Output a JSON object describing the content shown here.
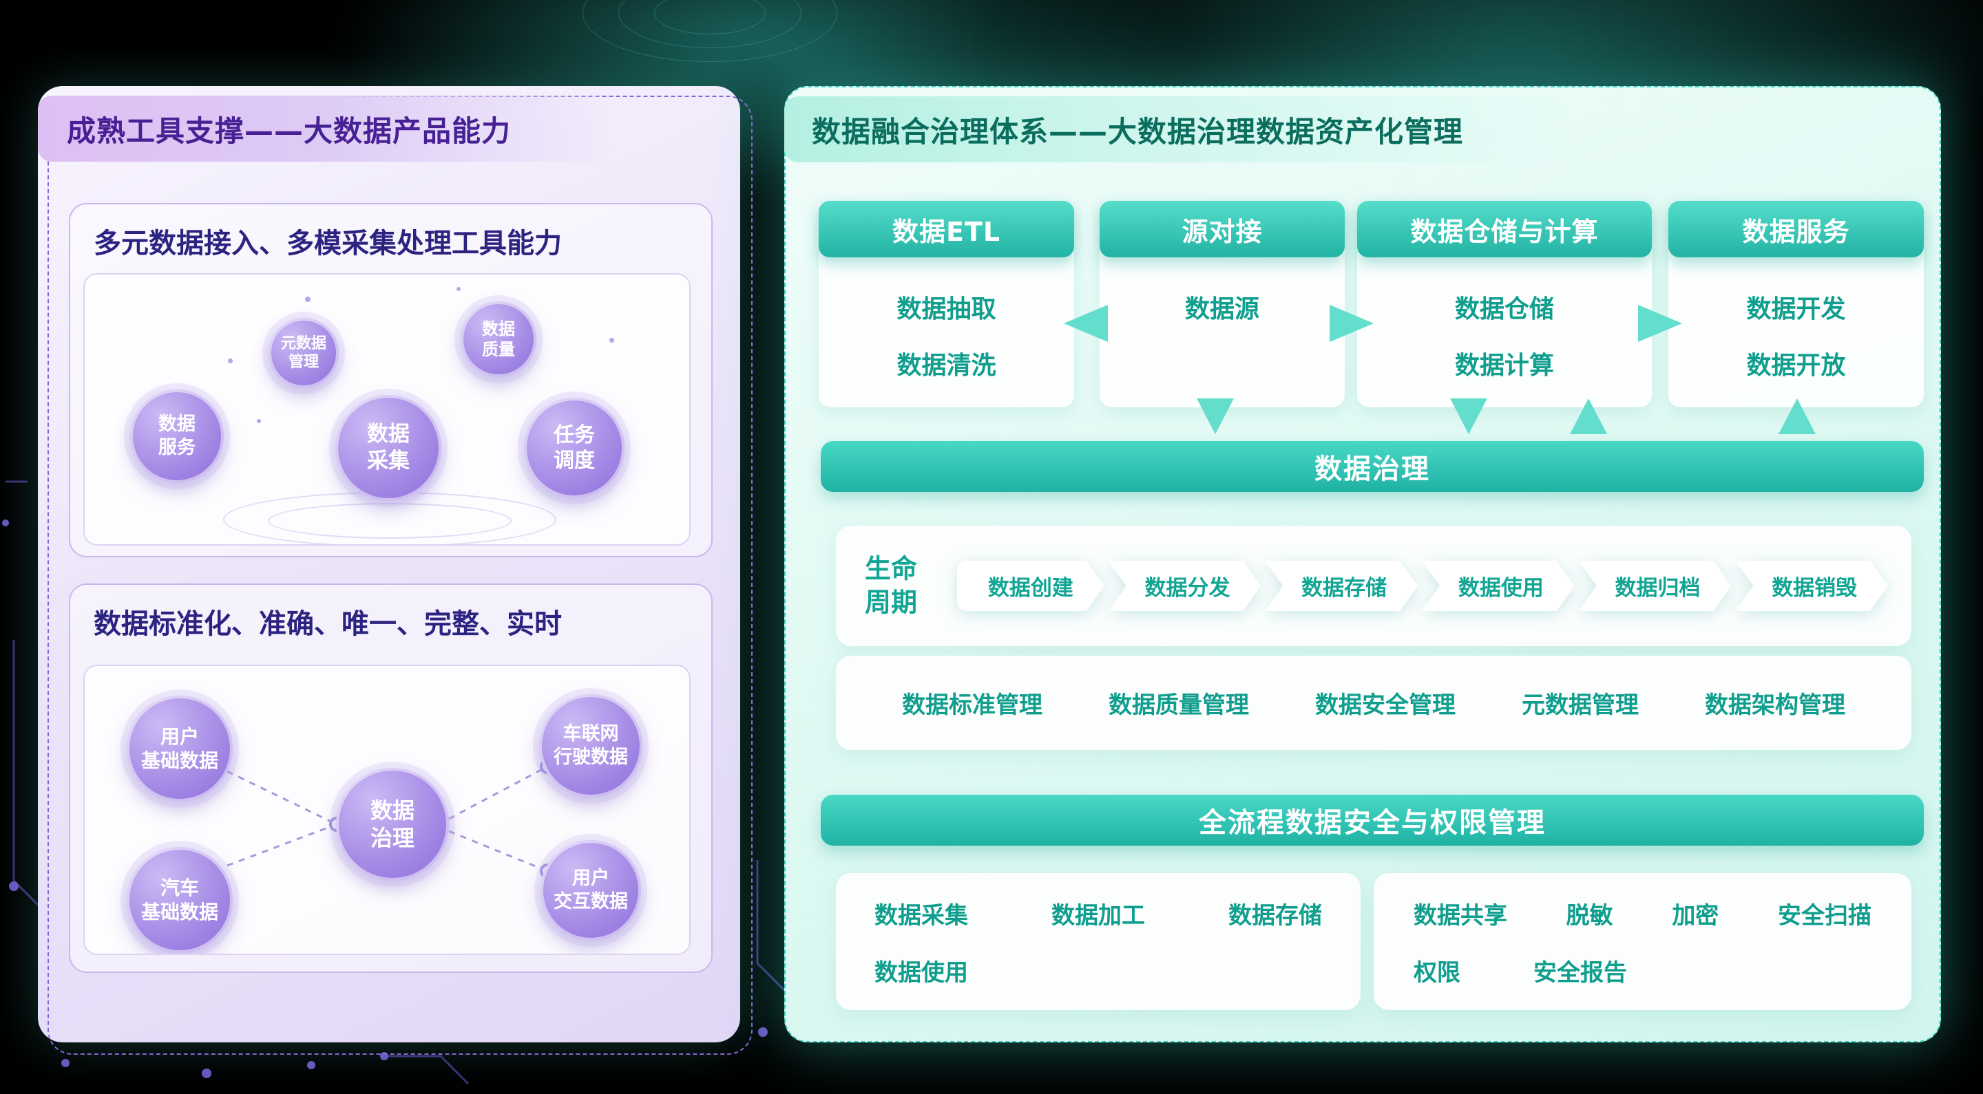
{
  "left_panel": {
    "title": "成熟工具支撑——大数据产品能力",
    "section1": {
      "title": "多元数据接入、多模采集处理工具能力",
      "bubbles": [
        {
          "lines": [
            "元数据",
            "管理"
          ]
        },
        {
          "lines": [
            "数据",
            "质量"
          ]
        },
        {
          "lines": [
            "数据",
            "服务"
          ]
        },
        {
          "lines": [
            "数据",
            "采集"
          ]
        },
        {
          "lines": [
            "任务",
            "调度"
          ]
        }
      ]
    },
    "section2": {
      "title": "数据标准化、准确、唯一、完整、实时",
      "bubbles": [
        {
          "lines": [
            "用户",
            "基础数据"
          ]
        },
        {
          "lines": [
            "车联网",
            "行驶数据"
          ]
        },
        {
          "lines": [
            "汽车",
            "基础数据"
          ]
        },
        {
          "lines": [
            "用户",
            "交互数据"
          ]
        },
        {
          "lines": [
            "数据",
            "治理"
          ]
        }
      ]
    }
  },
  "right_panel": {
    "title": "数据融合治理体系——大数据治理数据资产化管理",
    "columns": [
      {
        "header": "数据ETL",
        "items": [
          "数据抽取",
          "数据清洗"
        ]
      },
      {
        "header": "源对接",
        "items": [
          "数据源"
        ]
      },
      {
        "header": "数据仓储与计算",
        "items": [
          "数据仓储",
          "数据计算"
        ]
      },
      {
        "header": "数据服务",
        "items": [
          "数据开发",
          "数据开放"
        ]
      }
    ],
    "governance_bar": "数据治理",
    "lifecycle": {
      "label_lines": [
        "生命",
        "周期"
      ],
      "steps": [
        "数据创建",
        "数据分发",
        "数据存储",
        "数据使用",
        "数据归档",
        "数据销毁"
      ]
    },
    "management_items": [
      "数据标准管理",
      "数据质量管理",
      "数据安全管理",
      "元数据管理",
      "数据架构管理"
    ],
    "security_bar": "全流程数据安全与权限管理",
    "security_groups": {
      "left": {
        "row1": [
          "数据采集",
          "数据加工",
          "数据存储"
        ],
        "row2": [
          "数据使用"
        ]
      },
      "right": {
        "row1": [
          "数据共享",
          "脱敏",
          "加密",
          "安全扫描"
        ],
        "row2": [
          "权限",
          "安全报告"
        ]
      }
    }
  },
  "colors": {
    "teal_accent": "#2fc9b8",
    "teal_text": "#0f9e8d",
    "teal_dark": "#0a6d5e",
    "purple_accent": "#8a6ad6",
    "purple_section_title": "#2c2380",
    "purple_title": "#472094"
  }
}
